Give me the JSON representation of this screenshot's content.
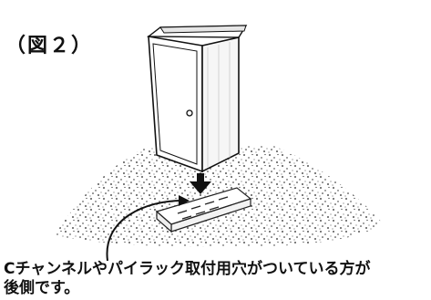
{
  "figure": {
    "label": "（図２）"
  },
  "caption": {
    "line1": "Cチャンネルやパイラック取付用穴がついている方が",
    "line2": "後側です。"
  },
  "illustration": {
    "subject": "cabinet-box-on-gravel-foundation",
    "arrow_icon": "arrow-down-icon"
  }
}
